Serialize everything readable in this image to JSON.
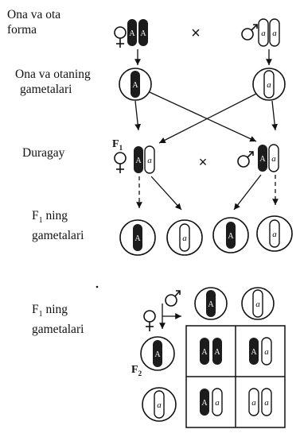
{
  "labels": {
    "parents_line1": "Ona va ota",
    "parents_line2": "forma",
    "gametes_line1": "Ona va otaning",
    "gametes_line2": "gametalari",
    "hybrid": "Duragay",
    "f1_gametes_line1": "F",
    "f1_gametes_sub": "1",
    "f1_gametes_rest": " ning",
    "f1_gametes_line2": "gametalari",
    "f1_gametes2_line1": "F",
    "f1_gametes2_sub": "1",
    "f1_gametes2_rest": " ning",
    "f1_gametes2_line2": "gametalari",
    "f1_tag": "F",
    "f1_tag_sub": "1",
    "f2_tag": "F",
    "f2_tag_sub": "2",
    "cross_symbol": "×"
  },
  "alleles": {
    "dominant": "A",
    "recessive": "a"
  },
  "symbols": {
    "female": "female-symbol",
    "male": "male-symbol"
  },
  "colors": {
    "dark_chromosome": "#1c1c1c",
    "line": "#111111"
  }
}
